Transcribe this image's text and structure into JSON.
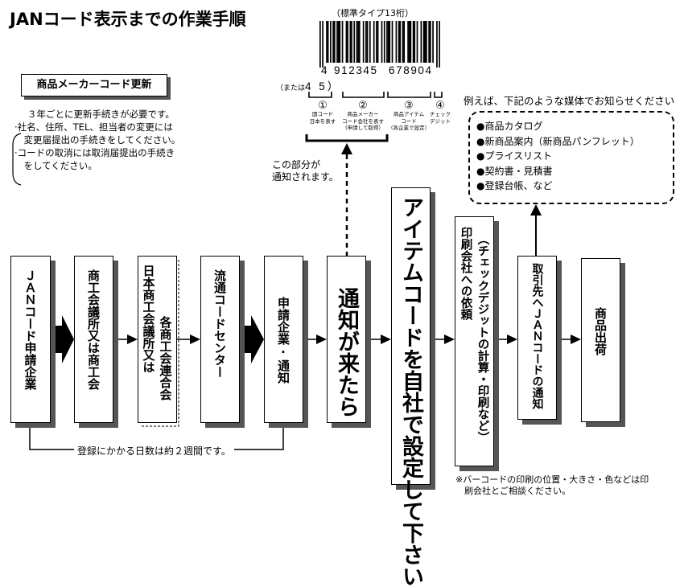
{
  "title": "JANコード表示までの作業手順",
  "barcode": {
    "caption": "（標準タイプ13桁）",
    "digits_first": "4",
    "digits_left": "912345",
    "digits_right": "678904",
    "alt_prefix": "（または",
    "alt_value": "4 5）",
    "segments": [
      {
        "number": "①",
        "lines": [
          "国コード",
          "日本を表す"
        ]
      },
      {
        "number": "②",
        "lines": [
          "商品メーカー",
          "コード会社を表す",
          "（申請して取得）"
        ]
      },
      {
        "number": "③",
        "lines": [
          "商品アイテム",
          "コード",
          "（各企業で設定）"
        ]
      },
      {
        "number": "④",
        "lines": [
          "チェック",
          "デジット"
        ]
      }
    ],
    "notified_label": [
      "この部分が",
      "通知されます。"
    ]
  },
  "maker_code_update": {
    "heading": "商品メーカーコード更新",
    "notes": [
      "３年ごとに更新手続きが必要です。",
      "·社名、住所、TEL、担当者の変更には",
      "　変更届提出の手続きをしてください。",
      "·コードの取消には取消届提出の手続き",
      "　をしてください。"
    ]
  },
  "media": {
    "caption": "例えば、下記のような媒体でお知らせください",
    "items": [
      "●商品カタログ",
      "●新商品案内（新商品パンフレット）",
      "●プライスリスト",
      "●契約書・見積書",
      "●登録台帳、など"
    ]
  },
  "steps": [
    {
      "id": "applicant",
      "label": "ＪＡＮコード申請企業"
    },
    {
      "id": "chamber",
      "label": "商工会議所又は商工会"
    },
    {
      "id": "federation",
      "label_col1": "日本商工会議所又は",
      "label_col2": "各商工会連合会"
    },
    {
      "id": "dsri",
      "label": "流通コードセンター"
    },
    {
      "id": "notify-applicant",
      "label": "申請企業·通知"
    },
    {
      "id": "notice-arrives",
      "label": "通知が来たら"
    },
    {
      "id": "set-item-code",
      "label": "アイテムコードを自社で設定して下さい"
    },
    {
      "id": "printer-request",
      "label_col1": "印刷会社への依頼",
      "label_col2": "（チェックデジットの計算・印刷など）"
    },
    {
      "id": "notify-partners",
      "label": "取引先へＪＡＮコードの通知"
    },
    {
      "id": "shipping",
      "label": "商品出荷"
    }
  ],
  "period_note": "登録にかかる日数は約２週間です。",
  "footnote": [
    "※バーコードの印刷の位置・大きさ・色などは印",
    "　刷会社とご相談ください。"
  ]
}
